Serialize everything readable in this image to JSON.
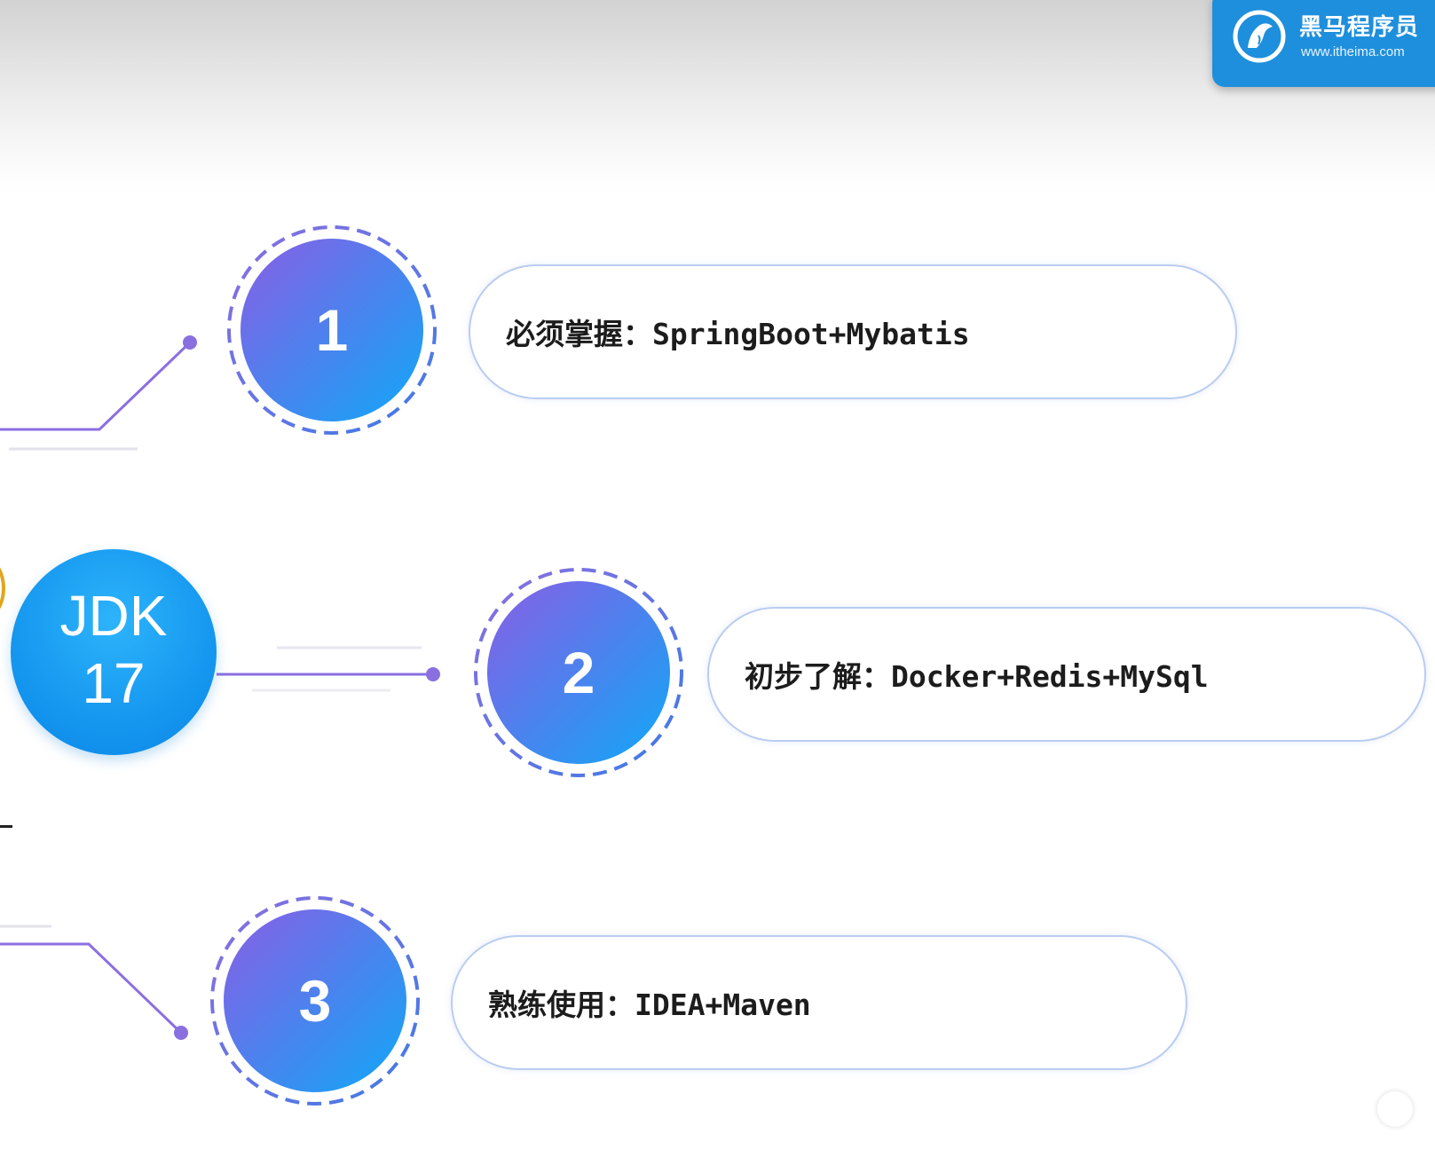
{
  "brand": {
    "name": "黑马程序员",
    "url": "www.itheima.com",
    "icon": "horse-logo-icon",
    "color": "#1e8fdc"
  },
  "center": {
    "line1": "JDK",
    "line2": "17"
  },
  "items": [
    {
      "number": "1",
      "text": "必须掌握：SpringBoot+Mybatis"
    },
    {
      "number": "2",
      "text": "初步了解：Docker+Redis+MySql"
    },
    {
      "number": "3",
      "text": "熟练使用：IDEA+Maven"
    }
  ],
  "colors": {
    "circle_gradient_start": "#8a5ee4",
    "circle_gradient_end": "#0fa8f7",
    "connector": "#8a6fe0",
    "pill_border": "#b9cdf0"
  }
}
